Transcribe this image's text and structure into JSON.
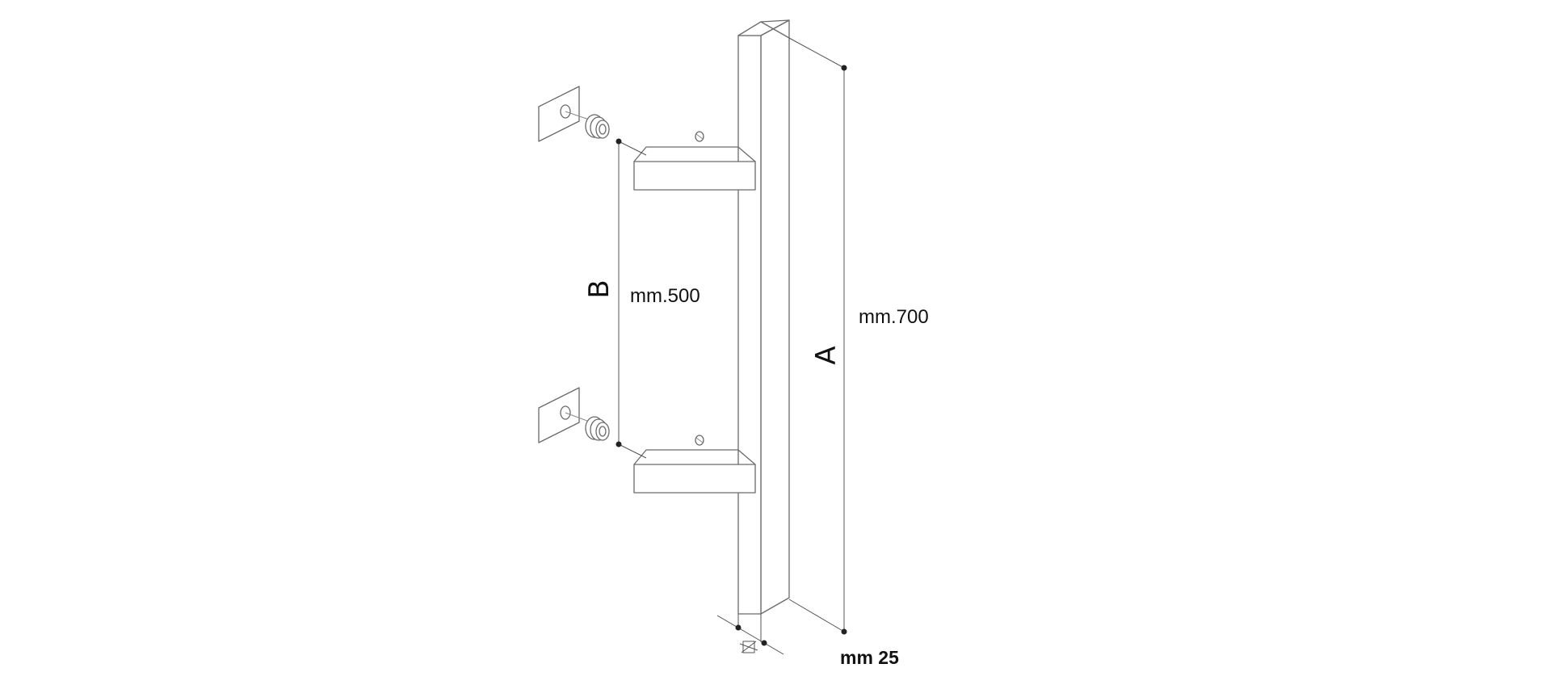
{
  "labels": {
    "length_letter": "A",
    "spacing_letter": "B",
    "length_value": "mm.700",
    "spacing_value": "mm.500",
    "section_value": "mm 25"
  },
  "icons": {
    "section_symbol": "square-section-icon"
  },
  "colors": {
    "line": "#6a6a6a",
    "dimension": "#555555",
    "text": "#111111"
  }
}
